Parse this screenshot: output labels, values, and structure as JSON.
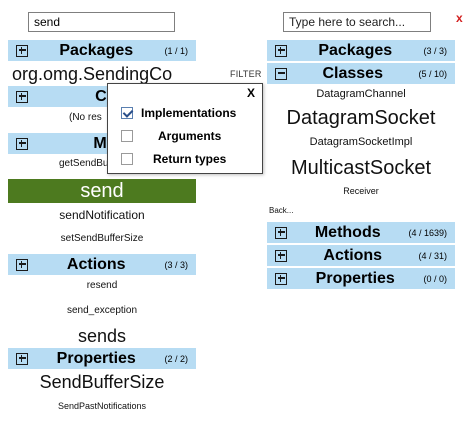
{
  "left": {
    "search_value": "send",
    "query_text": "org.omg.SendingCo",
    "filter_label": "FILTER",
    "packages": {
      "title": "Packages",
      "count": "(1 / 1)"
    },
    "classes": {
      "title": "Clas",
      "empty": "(No res"
    },
    "methods": {
      "title": "Meth",
      "truncated": "getSendBu"
    },
    "selected": "send",
    "method_items": [
      "sendNotification",
      "setSendBufferSize"
    ],
    "actions": {
      "title": "Actions",
      "count": "(3 / 3)",
      "items": [
        "resend",
        "send_exception",
        "sends"
      ]
    },
    "properties": {
      "title": "Properties",
      "count": "(2 / 2)",
      "items": [
        "SendBufferSize",
        "SendPastNotifications"
      ]
    }
  },
  "filter_popup": {
    "close": "X",
    "options": [
      {
        "label": "Implementations",
        "checked": true
      },
      {
        "label": "Arguments",
        "checked": false
      },
      {
        "label": "Return types",
        "checked": false
      }
    ]
  },
  "right": {
    "search_placeholder": "Type here to search...",
    "close": "x",
    "packages": {
      "title": "Packages",
      "count": "(3 / 3)"
    },
    "classes": {
      "title": "Classes",
      "count": "(5 / 10)",
      "items": [
        "DatagramChannel",
        "DatagramSocket",
        "DatagramSocketImpl",
        "MulticastSocket",
        "Receiver"
      ]
    },
    "back": "Back...",
    "methods": {
      "title": "Methods",
      "count": "(4 / 1639)"
    },
    "actions": {
      "title": "Actions",
      "count": "(4 / 31)"
    },
    "properties": {
      "title": "Properties",
      "count": "(0 / 0)"
    }
  },
  "colors": {
    "header_bg": "#b7dcf3",
    "selected_bg": "#4d7a1f",
    "close_red": "#d21e1e"
  }
}
